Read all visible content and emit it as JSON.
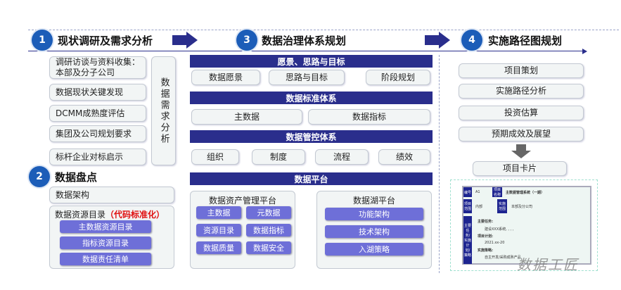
{
  "steps": [
    {
      "num": "1",
      "title": "现状调研及需求分析"
    },
    {
      "num": "2",
      "title": "数据盘点"
    },
    {
      "num": "3",
      "title": "数据治理体系规划"
    },
    {
      "num": "4",
      "title": "实施路径图规划"
    }
  ],
  "survey": {
    "items": [
      "调研访谈与资料收集：本部及分子公司",
      "数据现状关键发现",
      "DCMM成熟度评估",
      "集团及公司规划要求",
      "标杆企业对标启示"
    ],
    "side": "数据需求分析"
  },
  "inventory": {
    "arch": "数据架构",
    "catalog_title": "数据资源目录",
    "catalog_note": "（代码标准化）",
    "catalog_items": [
      "主数据资源目录",
      "指标资源目录",
      "数据责任清单"
    ]
  },
  "governance": {
    "vision": {
      "title": "愿景、思路与目标",
      "items": [
        "数据愿景",
        "思路与目标",
        "阶段规划"
      ]
    },
    "standard": {
      "title": "数据标准体系",
      "items": [
        "主数据",
        "数据指标"
      ]
    },
    "control": {
      "title": "数据管控体系",
      "items": [
        "组织",
        "制度",
        "流程",
        "绩效"
      ]
    },
    "platform": {
      "title": "数据平台",
      "asset": {
        "title": "数据资产管理平台",
        "items": [
          "主数据",
          "元数据",
          "资源目录",
          "数据指标",
          "数据质量",
          "数据安全"
        ]
      },
      "lake": {
        "title": "数据湖平台",
        "items": [
          "功能架构",
          "技术架构",
          "入湖策略"
        ]
      }
    }
  },
  "roadmap": {
    "items": [
      "项目策划",
      "实施路径分析",
      "投资估算",
      "预期成效及展望"
    ],
    "card_label": "项目卡片"
  },
  "card": {
    "no_label": "编号",
    "no": "A1",
    "name_label": "项目名称",
    "name": "主数据管理系统（一期）",
    "scope_label": "项目范围",
    "scope": "内部",
    "impl_label": "实施范围",
    "impl": "本部及分公司",
    "side_label": "主要任务/实施计划/策略",
    "task_h": "主要任务:",
    "task": "建设XXX系统, , , ,",
    "plan_h": "项目计划:",
    "plan": "2021.xx-20",
    "strategy_h": "实施策略:",
    "strategy": "自主开发/采购成熟产品"
  },
  "watermark": "数据工匠"
}
